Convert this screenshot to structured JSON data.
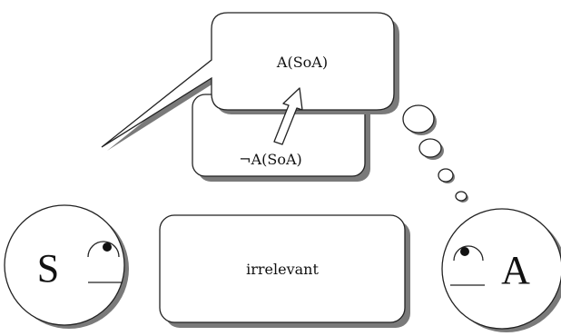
{
  "boxes": {
    "belief": "A(SoA)",
    "negated_belief": "¬A(SoA)",
    "irrelevant": "irrelevant"
  },
  "faces": {
    "speaker": "S",
    "addressee": "A"
  }
}
